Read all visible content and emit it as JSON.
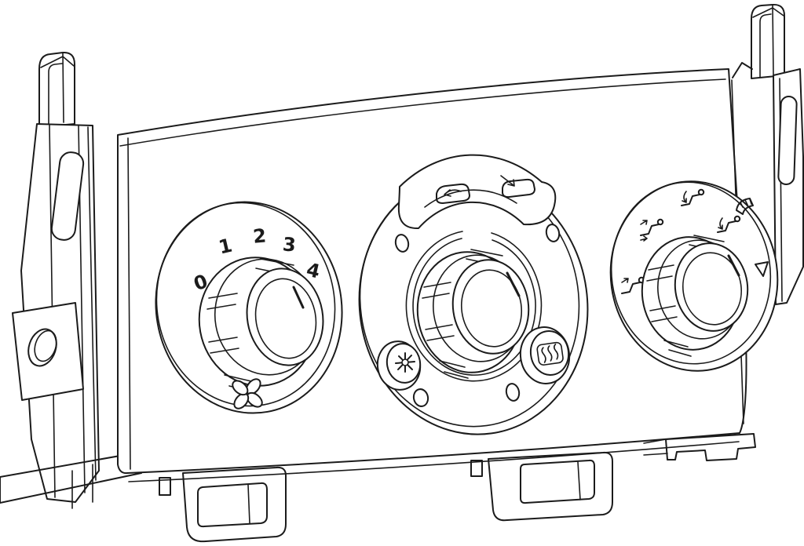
{
  "document": {
    "type": "technical-line-drawing",
    "subject": "HVAC climate control panel assembly"
  },
  "colors": {
    "line": "#1b1b1b",
    "background": "#ffffff"
  },
  "fan_dial": {
    "name": "fan-speed-dial",
    "speed_labels": [
      "0",
      "1",
      "2",
      "3",
      "4"
    ],
    "center_icon": "fan-icon"
  },
  "temp_dial": {
    "name": "center-dial",
    "lever_left_icon": "recirculate-air-icon",
    "lever_right_icon": "fresh-air-icon",
    "ac_button_icon": "ac-snowflake-icon",
    "rear_defrost_button_icon": "rear-defrost-icon"
  },
  "mode_dial": {
    "name": "airflow-mode-dial",
    "icons": [
      "face-vent-icon",
      "bilevel-vent-icon",
      "foot-vent-icon",
      "foot-defrost-icon"
    ]
  },
  "hardware": {
    "clips": [
      "top-left-clip",
      "top-right-clip"
    ],
    "brackets": [
      "left-bracket",
      "right-bracket",
      "bottom-right-bracket"
    ],
    "tabs": [
      "bottom-left-tab",
      "bottom-right-tab"
    ]
  }
}
